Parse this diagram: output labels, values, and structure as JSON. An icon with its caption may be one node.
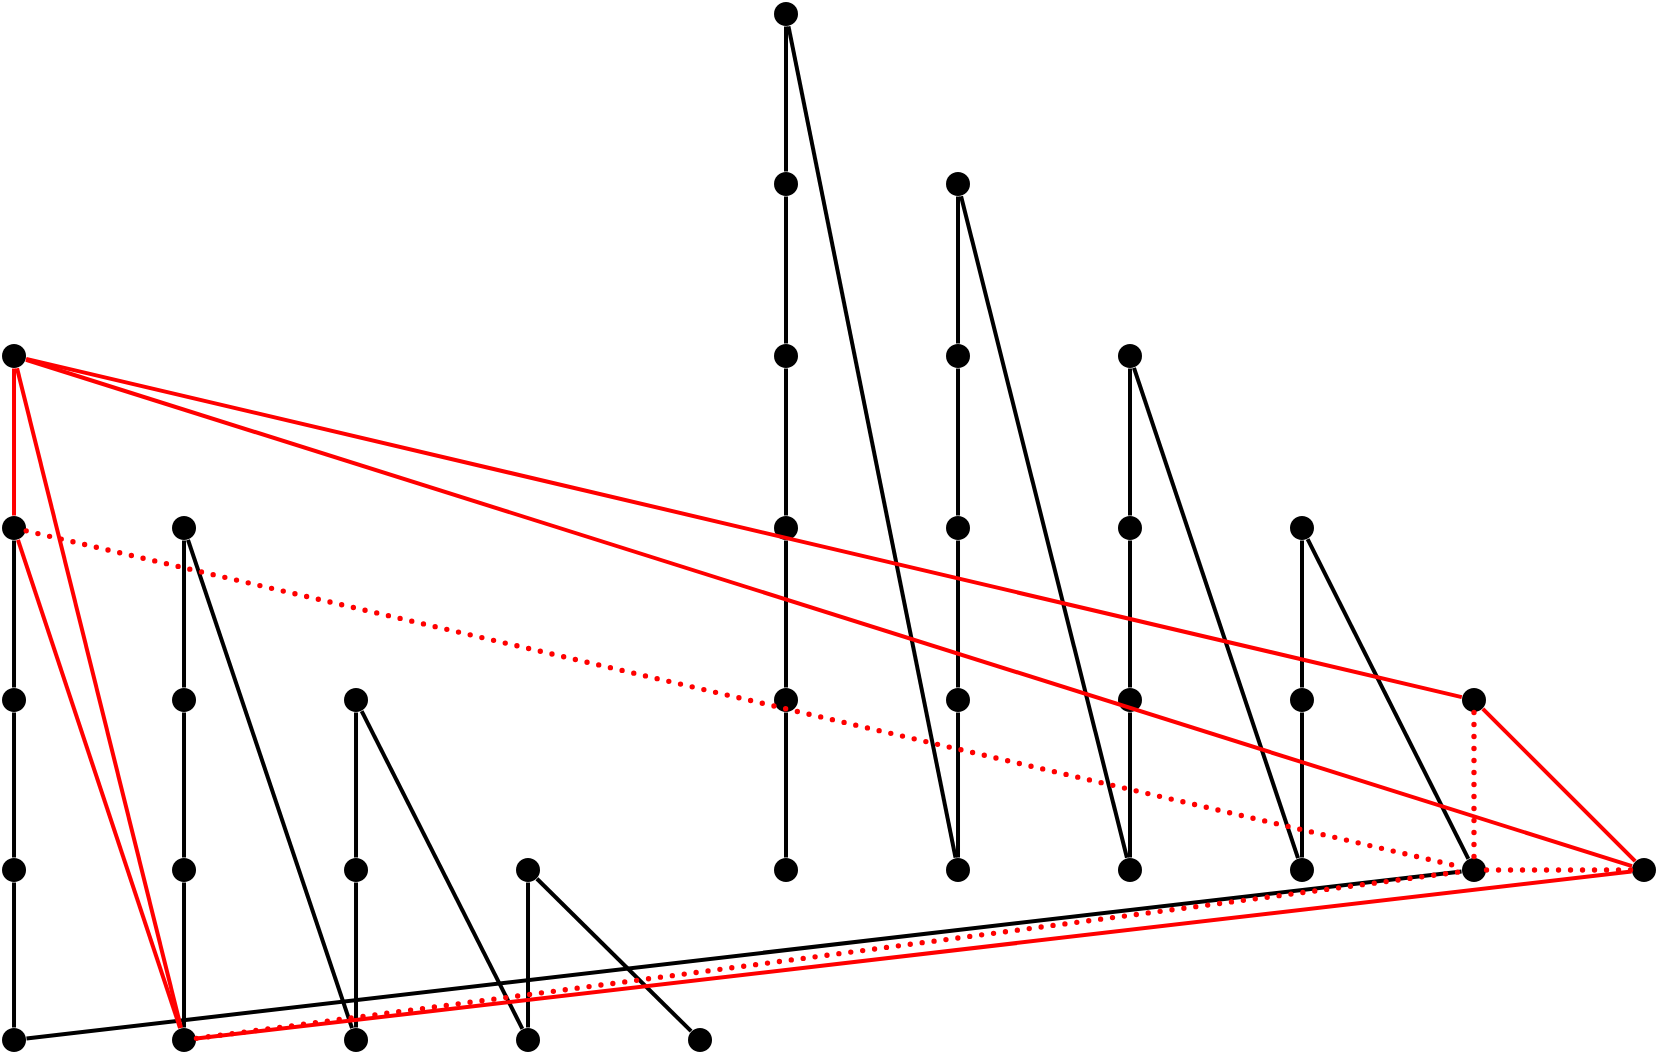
{
  "diagram": {
    "nodes": [
      {
        "text": [],
        "shape": "circle"
      },
      {
        "text": [],
        "shape": "circle"
      },
      {
        "text": [],
        "shape": "circle"
      },
      {
        "text": [],
        "shape": "circle"
      },
      {
        "text": [],
        "shape": "circle"
      },
      {
        "text": [],
        "shape": "circle"
      },
      {
        "text": [],
        "shape": "circle"
      },
      {
        "text": [],
        "shape": "circle"
      },
      {
        "text": [],
        "shape": "circle"
      },
      {
        "text": [],
        "shape": "circle"
      },
      {
        "text": [],
        "shape": "circle"
      },
      {
        "text": [],
        "shape": "circle"
      },
      {
        "text": [],
        "shape": "circle"
      },
      {
        "text": [],
        "shape": "circle"
      },
      {
        "text": [],
        "shape": "circle"
      },
      {
        "text": [],
        "shape": "circle"
      },
      {
        "text": [],
        "shape": "circle"
      },
      {
        "text": [],
        "shape": "circle"
      },
      {
        "text": [],
        "shape": "circle"
      },
      {
        "text": [],
        "shape": "circle"
      },
      {
        "text": [],
        "shape": "circle"
      },
      {
        "text": [],
        "shape": "circle"
      },
      {
        "text": [],
        "shape": "circle"
      },
      {
        "text": [],
        "shape": "circle"
      },
      {
        "text": [],
        "shape": "circle"
      },
      {
        "text": [],
        "shape": "circle"
      },
      {
        "text": [],
        "shape": "circle"
      },
      {
        "text": [],
        "shape": "circle"
      },
      {
        "text": [],
        "shape": "circle"
      },
      {
        "text": [],
        "shape": "circle"
      },
      {
        "text": [],
        "shape": "circle"
      },
      {
        "text": [],
        "shape": "circle"
      },
      {
        "text": [],
        "shape": "circle"
      },
      {
        "text": [],
        "shape": "circle"
      },
      {
        "text": [],
        "shape": "circle"
      },
      {
        "text": [],
        "shape": "circle"
      }
    ],
    "edges": [
      {
        "from": 7,
        "to": 13,
        "arrow": "none"
      },
      {
        "from": 13,
        "to": 21,
        "arrow": "none"
      },
      {
        "from": 21,
        "to": 31,
        "arrow": "none"
      },
      {
        "from": 8,
        "to": 14,
        "arrow": "none"
      },
      {
        "from": 14,
        "to": 22,
        "arrow": "none"
      },
      {
        "from": 22,
        "to": 32,
        "arrow": "none"
      },
      {
        "from": 8,
        "to": 33,
        "arrow": "none"
      },
      {
        "from": 15,
        "to": 23,
        "arrow": "none"
      },
      {
        "from": 23,
        "to": 33,
        "arrow": "none"
      },
      {
        "from": 15,
        "to": 34,
        "arrow": "none"
      },
      {
        "from": 24,
        "to": 34,
        "arrow": "none"
      },
      {
        "from": 24,
        "to": 35,
        "arrow": "none"
      },
      {
        "from": 31,
        "to": 29,
        "arrow": "none"
      },
      {
        "from": 0,
        "to": 1,
        "arrow": "none"
      },
      {
        "from": 1,
        "to": 4,
        "arrow": "none"
      },
      {
        "from": 4,
        "to": 9,
        "arrow": "none"
      },
      {
        "from": 9,
        "to": 16,
        "arrow": "none"
      },
      {
        "from": 16,
        "to": 25,
        "arrow": "none"
      },
      {
        "from": 0,
        "to": 26,
        "arrow": "none"
      },
      {
        "from": 2,
        "to": 5,
        "arrow": "none"
      },
      {
        "from": 5,
        "to": 10,
        "arrow": "none"
      },
      {
        "from": 10,
        "to": 17,
        "arrow": "none"
      },
      {
        "from": 17,
        "to": 26,
        "arrow": "none"
      },
      {
        "from": 2,
        "to": 27,
        "arrow": "none"
      },
      {
        "from": 6,
        "to": 11,
        "arrow": "none"
      },
      {
        "from": 11,
        "to": 18,
        "arrow": "none"
      },
      {
        "from": 18,
        "to": 27,
        "arrow": "none"
      },
      {
        "from": 6,
        "to": 28,
        "arrow": "none"
      },
      {
        "from": 12,
        "to": 19,
        "arrow": "none"
      },
      {
        "from": 19,
        "to": 28,
        "arrow": "none"
      },
      {
        "from": 12,
        "to": 29,
        "arrow": "none"
      },
      {
        "from": 3,
        "to": 7,
        "arrow": "none",
        "color": "#ff0000"
      },
      {
        "from": 3,
        "to": 32,
        "arrow": "none",
        "color": "#ff0000"
      },
      {
        "from": 3,
        "to": 20,
        "arrow": "none",
        "color": "#ff0000"
      },
      {
        "from": 3,
        "to": 30,
        "arrow": "none",
        "color": "#ff0000"
      },
      {
        "from": 7,
        "to": 32,
        "arrow": "none",
        "color": "#ff0000"
      },
      {
        "from": 20,
        "to": 30,
        "arrow": "none",
        "color": "#ff0000"
      },
      {
        "from": 32,
        "to": 30,
        "arrow": "none",
        "color": "#ff0000"
      },
      {
        "from": 7,
        "to": 29,
        "arrow": "none",
        "style": "dashed",
        "color": "#ff0000"
      },
      {
        "from": 20,
        "to": 29,
        "arrow": "none",
        "style": "dashed",
        "color": "#ff0000"
      },
      {
        "from": 29,
        "to": 30,
        "arrow": "none",
        "style": "dashed",
        "color": "#ff0000"
      },
      {
        "from": 32,
        "to": 29,
        "arrow": "none",
        "style": "dashed",
        "color": "#ff0000"
      }
    ]
  }
}
